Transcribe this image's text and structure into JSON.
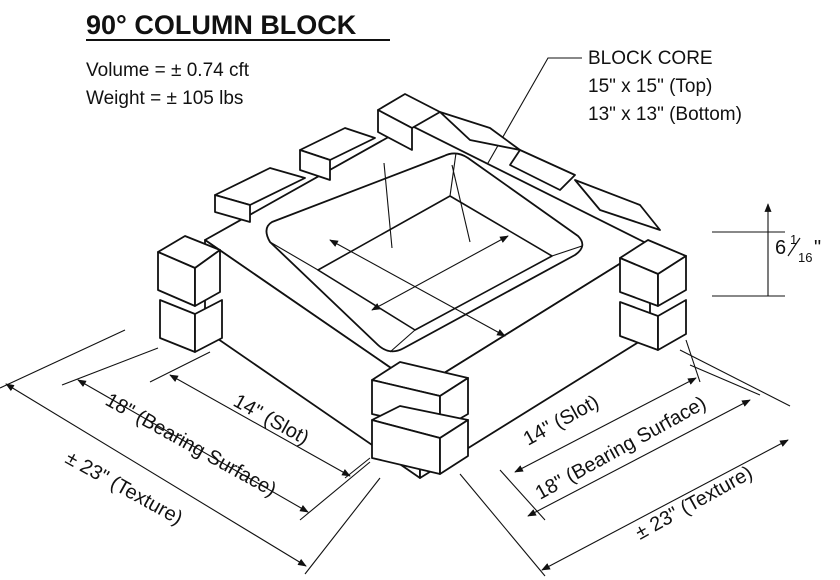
{
  "title": "90° COLUMN BLOCK",
  "specs": {
    "volume": "Volume = ± 0.74 cft",
    "weight": "Weight = ± 105 lbs"
  },
  "core_callout": {
    "label": "BLOCK CORE",
    "top": "15\" x 15\" (Top)",
    "bottom": "13\" x 13\" (Bottom)"
  },
  "height_dim": {
    "whole": "6",
    "fraction_num": "1",
    "fraction_den": "16",
    "unit": "\""
  },
  "dims_left": {
    "slot": "14\" (Slot)",
    "bearing": "18\" (Bearing Surface)",
    "texture": "± 23\" (Texture)"
  },
  "dims_right": {
    "slot": "14\" (Slot)",
    "bearing": "18\" (Bearing Surface)",
    "texture": "± 23\" (Texture)"
  }
}
